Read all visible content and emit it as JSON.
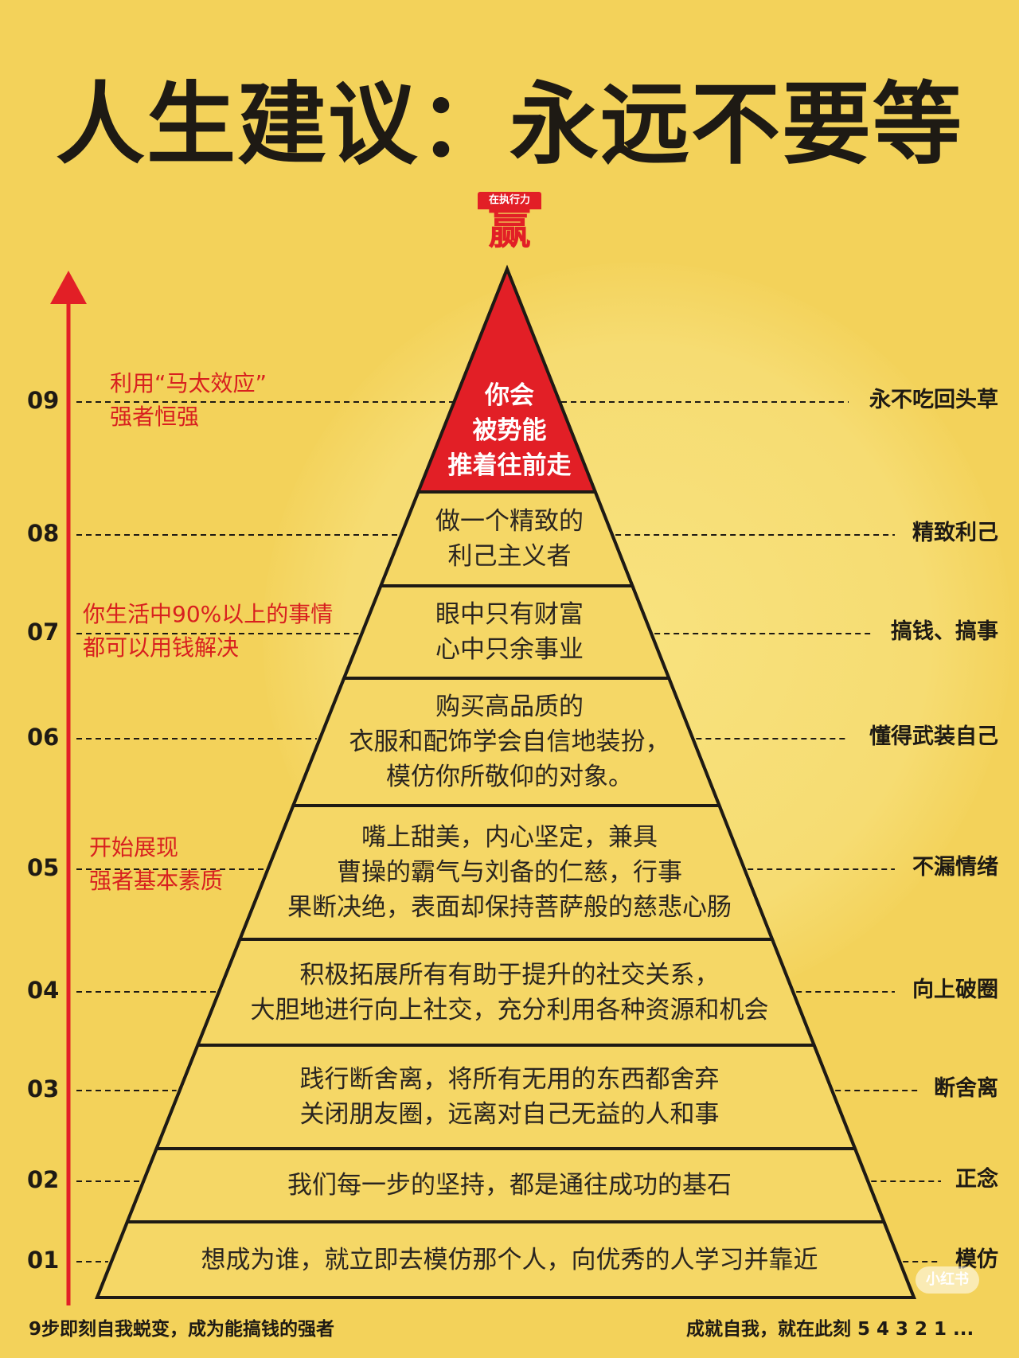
{
  "title": "人生建议：永远不要等",
  "badge": {
    "top": "在执行力",
    "main": "赢"
  },
  "colors": {
    "background": "#f3d25a",
    "apex": "#e21f26",
    "arrow": "#e21f26",
    "ink": "#1e1a14",
    "note": "#d8201f"
  },
  "levels": [
    {
      "num": "01",
      "lines": [
        "想成为谁，就立即去模仿那个人，向优秀的人学习并靠近"
      ],
      "label": "模仿"
    },
    {
      "num": "02",
      "lines": [
        "我们每一步的坚持，都是通往成功的基石"
      ],
      "label": "正念"
    },
    {
      "num": "03",
      "lines": [
        "践行断舍离，将所有无用的东西都舍弃",
        "关闭朋友圈，远离对自己无益的人和事"
      ],
      "label": "断舍离"
    },
    {
      "num": "04",
      "lines": [
        "积极拓展所有有助于提升的社交关系，",
        "大胆地进行向上社交，充分利用各种资源和机会"
      ],
      "label": "向上破圈"
    },
    {
      "num": "05",
      "lines": [
        "嘴上甜美，内心坚定，兼具",
        "曹操的霸气与刘备的仁慈，行事",
        "果断决绝，表面却保持菩萨般的慈悲心肠"
      ],
      "label": "不漏情绪"
    },
    {
      "num": "06",
      "lines": [
        "购买高品质的",
        "衣服和配饰学会自信地装扮，",
        "模仿你所敬仰的对象。"
      ],
      "label": "懂得武装自己"
    },
    {
      "num": "07",
      "lines": [
        "眼中只有财富",
        "心中只余事业"
      ],
      "label": "搞钱、搞事"
    },
    {
      "num": "08",
      "lines": [
        "做一个精致的",
        "利己主义者"
      ],
      "label": "精致利己"
    },
    {
      "num": "09",
      "lines": [
        "你会",
        "被势能",
        "推着往前走"
      ],
      "label": "永不吃回头草"
    }
  ],
  "notes": [
    {
      "level": "09",
      "lines": [
        "利用“马太效应”",
        "强者恒强"
      ]
    },
    {
      "level": "07",
      "lines": [
        "你生活中90%以上的事情",
        "都可以用钱解决"
      ]
    },
    {
      "level": "05",
      "lines": [
        "开始展现",
        "强者基本素质"
      ]
    }
  ],
  "footer": {
    "left": "9步即刻自我蜕变，成为能搞钱的强者",
    "right": "成就自我，就在此刻 5 4 3 2 1 ..."
  },
  "watermark": "小红书"
}
